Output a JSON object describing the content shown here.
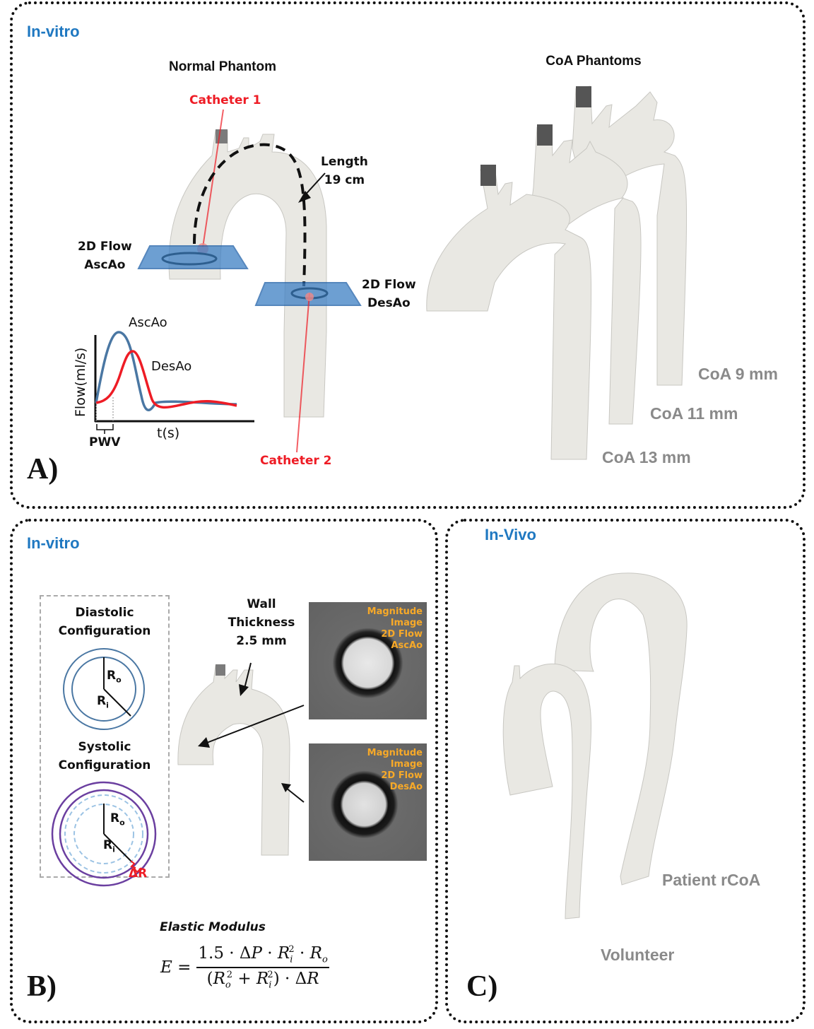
{
  "panel_a": {
    "section_title": "In-vitro",
    "panel_letter": "A)",
    "normal_phantom": {
      "heading": "Normal Phantom",
      "catheter_1": "Catheter 1",
      "catheter_2": "Catheter 2",
      "length_label_line1": "Length",
      "length_label_line2": "19 cm",
      "flow_asc_line1": "2D Flow",
      "flow_asc_line2": "AscAo",
      "flow_des_line1": "2D Flow",
      "flow_des_line2": "DesAo"
    },
    "flow_plot": {
      "ylabel": "Flow(ml/s)",
      "xlabel": "t(s)",
      "series_asc": "AscAo",
      "series_des": "DesAo",
      "bracket_label": "PWV",
      "colors": {
        "asc": "#4a77a3",
        "des": "#ee1c25"
      }
    },
    "coa_phantoms": {
      "heading": "CoA Phantoms",
      "labels": [
        "CoA 9 mm",
        "CoA 11 mm",
        "CoA 13 mm"
      ]
    }
  },
  "panel_b": {
    "section_title": "In-vitro",
    "panel_letter": "B)",
    "diastolic_line1": "Diastolic",
    "diastolic_line2": "Configuration",
    "systolic_line1": "Systolic",
    "systolic_line2": "Configuration",
    "r_o": "R",
    "r_o_sub": "o",
    "r_i": "R",
    "r_i_sub": "i",
    "delta_r": "ΔR",
    "wall_line1": "Wall",
    "wall_line2": "Thickness",
    "wall_line3": "2.5 mm",
    "mri_asc": [
      "Magnitude",
      "Image",
      "2D Flow",
      "AscAo"
    ],
    "mri_des": [
      "Magnitude",
      "Image",
      "2D Flow",
      "DesAo"
    ],
    "elastic_title": "Elastic Modulus",
    "equation": {
      "lhs": "E =",
      "numerator": "1.5 · ΔP · R",
      "denominator": "(R",
      "text": "E = 1.5·ΔP·Ri²·Ro / ((Ro² + Ri²)·ΔR)"
    }
  },
  "panel_c": {
    "section_title": "In-Vivo",
    "panel_letter": "C)",
    "labels": [
      "Patient rCoA",
      "Volunteer"
    ]
  },
  "colors": {
    "section_title": "#1f78c1",
    "catheter": "#ee1c25",
    "plane": "#3d7fc4",
    "mri_label": "#f7a928",
    "diastolic_ring": "#4a77a3",
    "systolic_ring": "#6b3fa0",
    "dashed_ring": "#9cc3e4",
    "vessel": "#e9e8e3"
  }
}
